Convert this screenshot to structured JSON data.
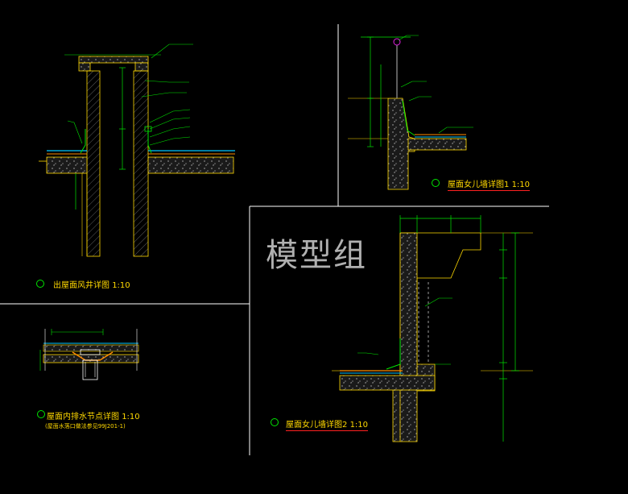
{
  "watermark": "模型组",
  "details": [
    {
      "title": "出屋面风井详图",
      "scale": "1:10",
      "note": ""
    },
    {
      "title": "屋面女儿墙详图1",
      "scale": "1:10",
      "note": ""
    },
    {
      "title": "屋面内排水节点详图",
      "scale": "1:10",
      "note": "(屋面水落口做法参见99J201-1)"
    },
    {
      "title": "屋面女儿墙详图2",
      "scale": "1:10",
      "note": ""
    }
  ],
  "colors": {
    "background": "#000000",
    "frame": "#ffffff",
    "concrete": "#ffd900",
    "leader": "#00e600",
    "dimension": "#00e600",
    "title_underline": "#ff2020",
    "waterproofing": "#ff8c00",
    "finish_layer": "#00c8ff"
  }
}
